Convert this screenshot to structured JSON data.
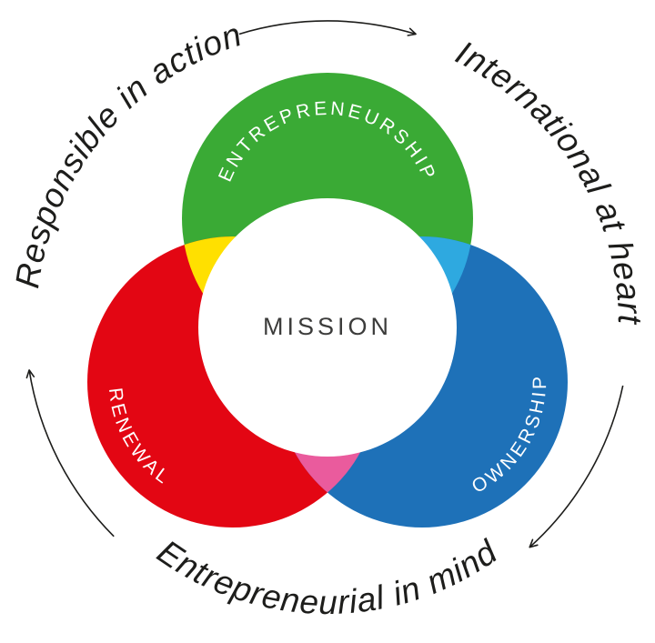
{
  "diagram": {
    "center_label": "MISSION",
    "circle_labels": {
      "top": "ENTREPRENEURSHIP",
      "left": "RENEWAL",
      "right": "OWNERSHIP"
    },
    "outer_labels": {
      "top_left": "Responsible in action",
      "top_right": "International at heart",
      "bottom": "Entrepreneurial in mind"
    },
    "colors": {
      "green": "#3aaa35",
      "red": "#e30613",
      "blue": "#1e71b8",
      "yellow": "#ffe000",
      "light_blue": "#2ea9e0",
      "pink": "#ea5b9d",
      "white": "#ffffff",
      "outer_text": "#1d1d1b",
      "center_text": "#3c3c3b"
    }
  }
}
